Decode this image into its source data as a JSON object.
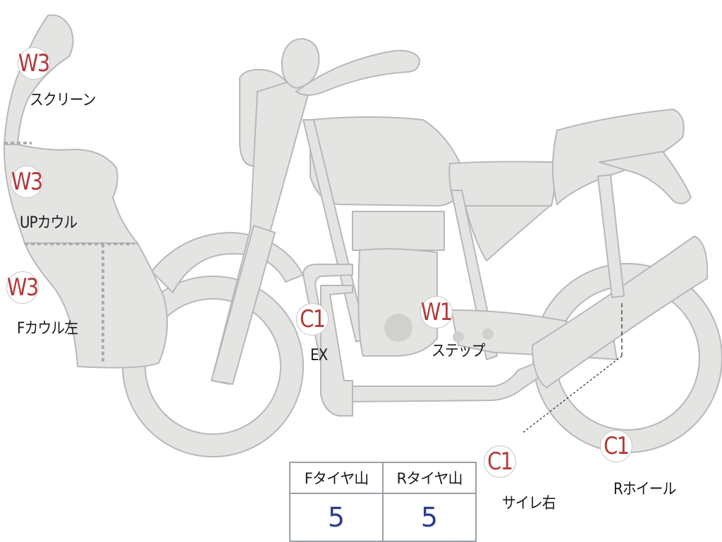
{
  "parts": {
    "screen": {
      "grade": "W3",
      "label": "スクリーン"
    },
    "up_cowl": {
      "grade": "W3",
      "label": "UPカウル"
    },
    "f_cowl_left": {
      "grade": "W3",
      "label": "Fカウル左"
    },
    "exhaust": {
      "grade": "C1",
      "label": "EX"
    },
    "step": {
      "grade": "W1",
      "label": "ステップ"
    },
    "silencer_right": {
      "grade": "C1",
      "label": "サイレ右"
    },
    "rear_wheel": {
      "grade": "C1",
      "label": "Rホイール"
    }
  },
  "tire_table": {
    "front_header": "Fタイヤ山",
    "rear_header": "Rタイヤ山",
    "front_value": "5",
    "rear_value": "5"
  },
  "colors": {
    "body_fill": "#e4e4e2",
    "outline": "#b8b8b8",
    "grade_text": "#b33a3a",
    "value_text": "#2c3e8c"
  }
}
